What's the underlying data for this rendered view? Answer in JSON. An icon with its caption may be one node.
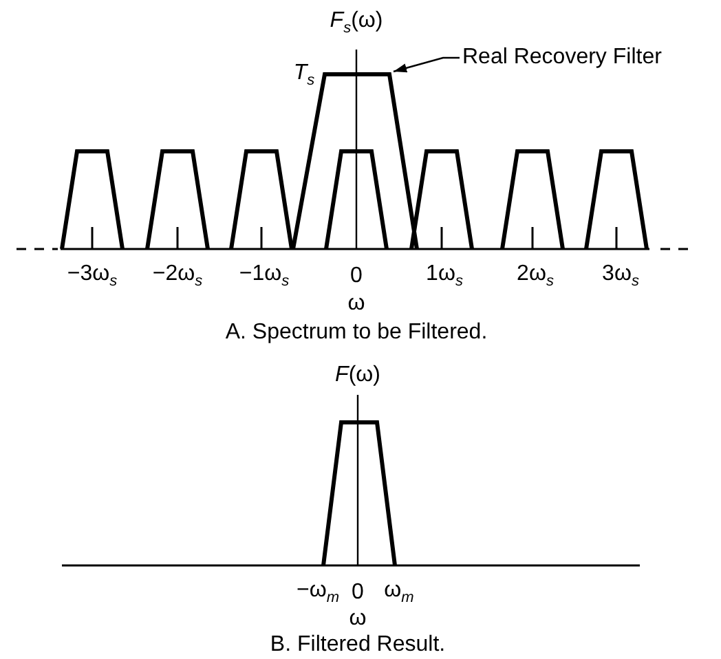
{
  "diagram": {
    "nodes": [
      {
        "text": [
          "Real Recovery Filter"
        ]
      },
      {
        "text": [],
        "shape": "picture"
      }
    ],
    "edges": [
      {
        "from": 0,
        "to": 1,
        "arrow": "to"
      }
    ],
    "labels": [
      "*F*$_{s}$(ω)",
      "*T*$_{s}$",
      "−3ω$_{s}$",
      "−2ω$_{s}$",
      "−1ω$_{s}$",
      "0",
      "1ω$_{s}$",
      "2ω$_{s}$",
      "3ω$_{s}$",
      "ω",
      "A. Spectrum to be Filtered.",
      "*F*(ω)",
      "−ω$_{m}$",
      "0",
      "ω$_{m}$",
      "ω",
      "B. Filtered Result."
    ]
  }
}
